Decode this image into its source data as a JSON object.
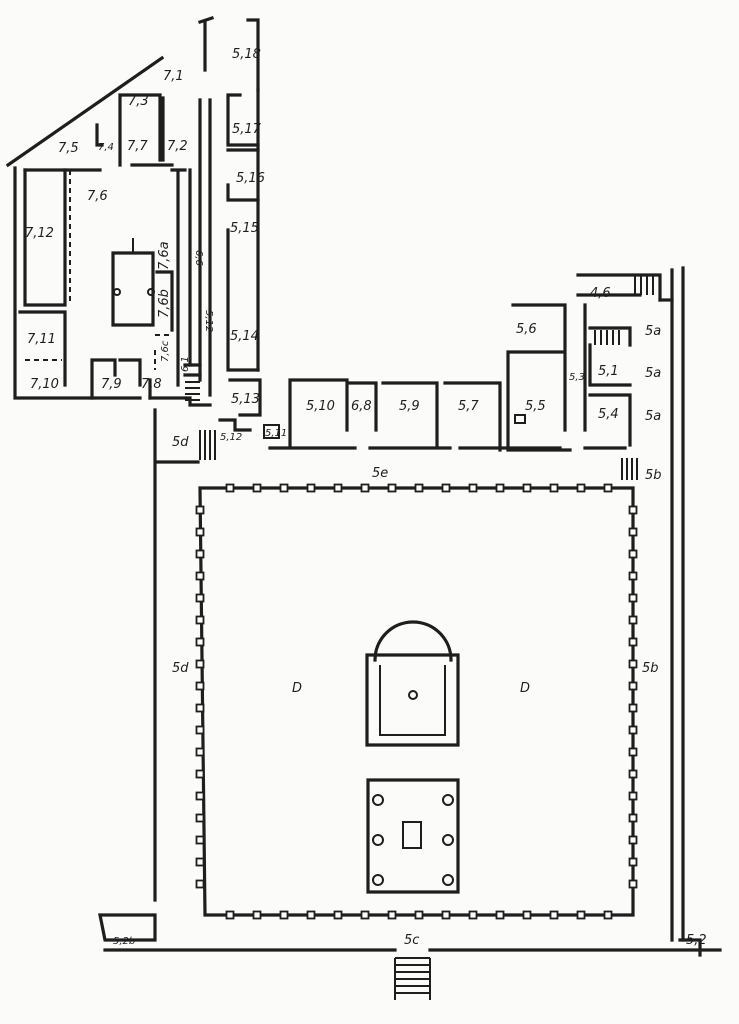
{
  "plan": {
    "labels": {
      "r5_18": "5,18",
      "r7_1": "7,1",
      "r7_3": "7,3",
      "r7_4": "7,4",
      "r7_5": "7,5",
      "r7_7": "7,7",
      "r7_2": "7,2",
      "r5_17": "5,17",
      "r5_16": "5,16",
      "r5_15": "5,15",
      "r7_6": "7,6",
      "r7_12": "7,12",
      "r7_6a": "7,6a",
      "r6_6": "6,6",
      "r7_6b": "7,6b",
      "r7_6c": "7,6c",
      "r5_12v": "5,12",
      "r7_11": "7,11",
      "r7_10": "7,10",
      "r7_9": "7,9",
      "r7_8": "7,8",
      "r6_1": "6,1",
      "r5_14": "5,14",
      "r5_13": "5,13",
      "r5_12": "5,12",
      "r5_11": "5,11",
      "r5_10": "5,10",
      "r6_8": "6,8",
      "r5_9": "5,9",
      "r5_7": "5,7",
      "r5_5": "5,5",
      "r5_6": "5,6",
      "r4_6": "4,6",
      "r5_3": "5,3",
      "r5_1": "5,1",
      "r5_4": "5,4",
      "r5a_1": "5a",
      "r5a_2": "5a",
      "r5a_3": "5a",
      "r5b_top": "5b",
      "r5e": "5e",
      "r5d_top": "5d",
      "r5d": "5d",
      "rD_left": "D",
      "rD_right": "D",
      "r5b": "5b",
      "r5_2b": "5,2b",
      "r5c": "5c",
      "r5_2": "5,2"
    }
  }
}
